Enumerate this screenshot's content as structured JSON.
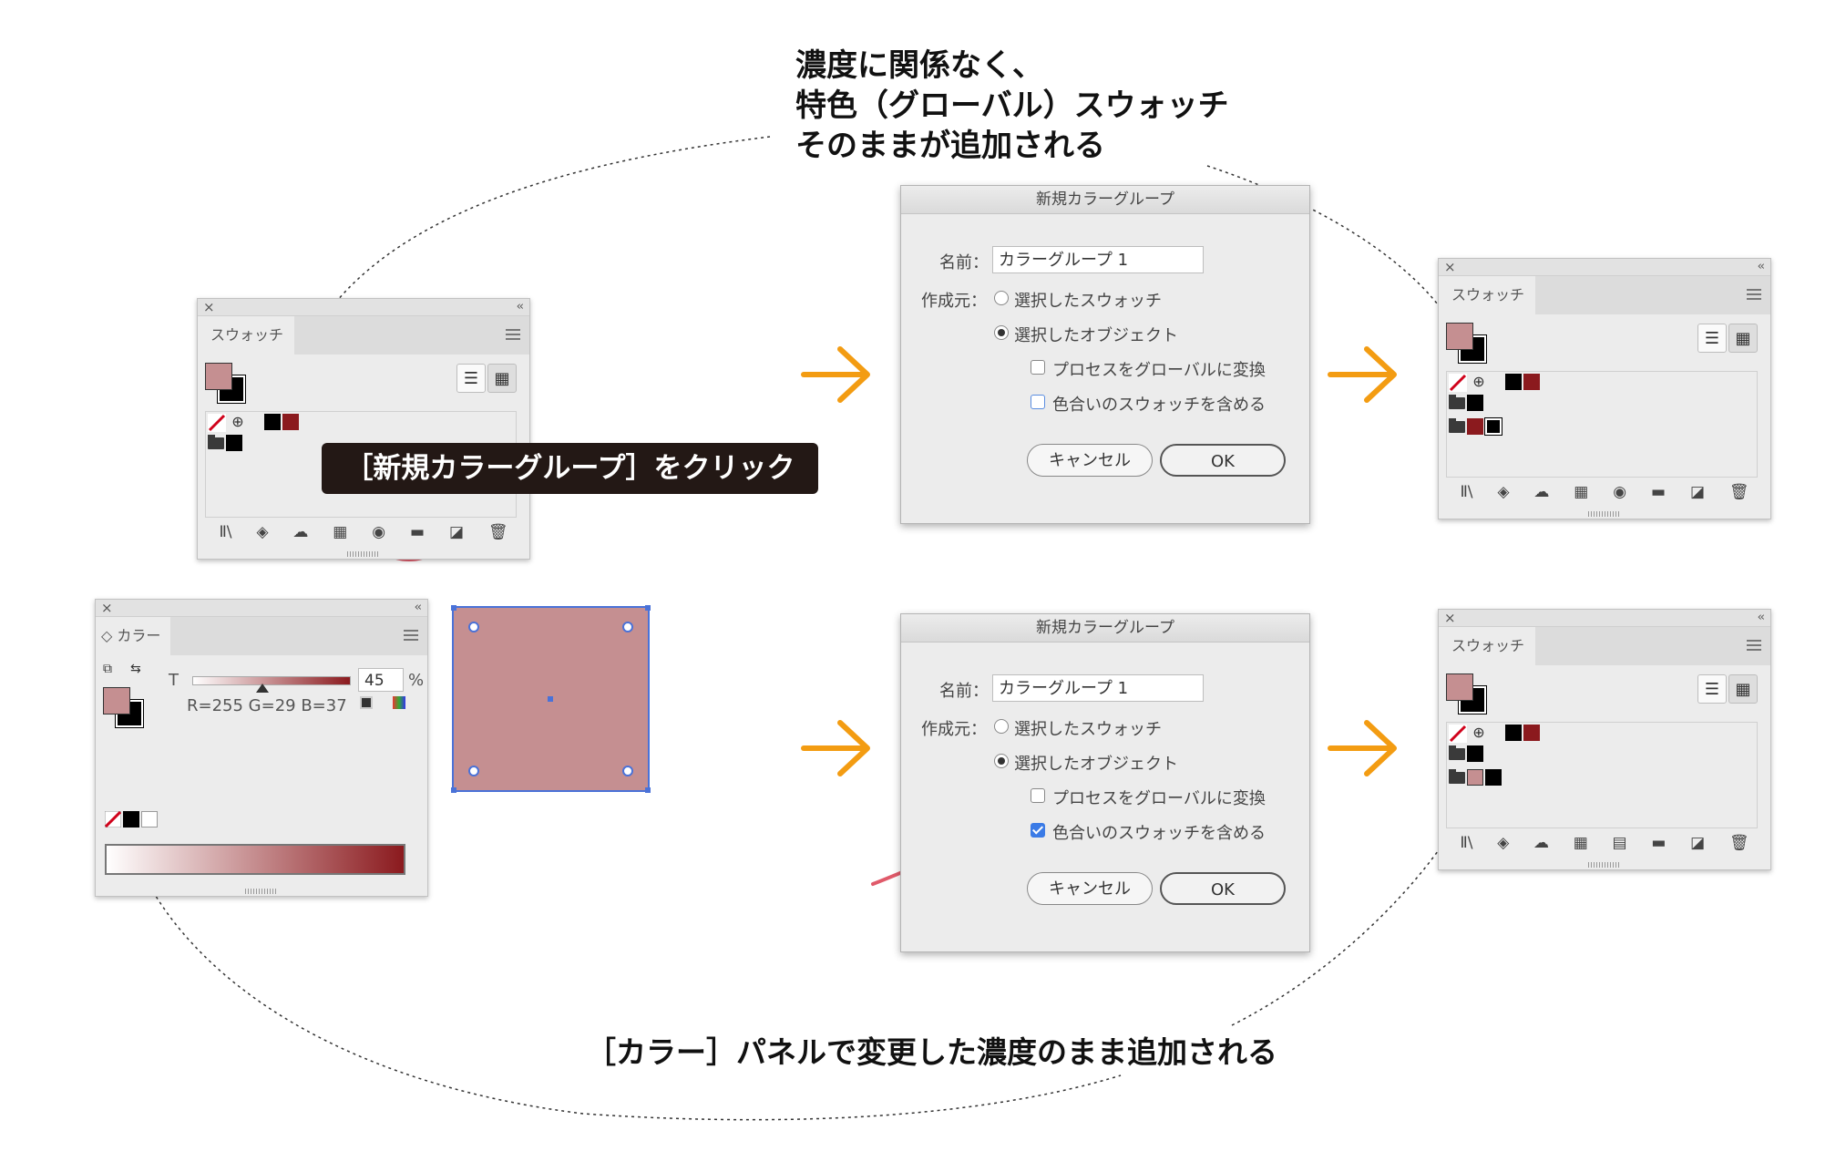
{
  "callouts": {
    "top_line1": "濃度に関係なく、",
    "top_line2": "特色（グローバル）スウォッチ",
    "top_line3": "そのままが追加される",
    "bottom": "［カラー］パネルで変更した濃度のまま追加される",
    "click_label": "［新規カラーグループ］をクリック"
  },
  "swatch_panel": {
    "tab": "スウォッチ",
    "close": "×",
    "collapse": "‹‹",
    "fill_color": "#c58f91"
  },
  "color_panel": {
    "tab": "◇ カラー",
    "tint_label": "T",
    "tint_value": "45",
    "tint_unit": "%",
    "tint_fraction": 0.45,
    "rgb_readout": "R=255 G=29 B=37",
    "fill_color": "#c58f91",
    "spot_color": "#8b1a1e"
  },
  "dialog_top": {
    "title": "新規カラーグループ",
    "name_label": "名前：",
    "name_value": "カラーグループ 1",
    "source_label": "作成元：",
    "radio_selected_swatches": "選択したスウォッチ",
    "radio_selected_objects": "選択したオブジェクト",
    "check_convert_global": "プロセスをグローバルに変換",
    "check_include_tints": "色合いのスウォッチを含める",
    "include_tints_checked": false,
    "cancel": "キャンセル",
    "ok": "OK"
  },
  "dialog_bottom": {
    "title": "新規カラーグループ",
    "name_label": "名前：",
    "name_value": "カラーグループ 1",
    "source_label": "作成元：",
    "radio_selected_swatches": "選択したスウォッチ",
    "radio_selected_objects": "選択したオブジェクト",
    "check_convert_global": "プロセスをグローバルに変換",
    "check_include_tints": "色合いのスウォッチを含める",
    "include_tints_checked": true,
    "cancel": "キャンセル",
    "ok": "OK"
  },
  "colors": {
    "accent_orange": "#f39c12",
    "highlight_red": "#e05a6a",
    "spot_red": "#8b1a1e",
    "tint_pink": "#c58f91",
    "selection_blue": "#4a72d8"
  }
}
